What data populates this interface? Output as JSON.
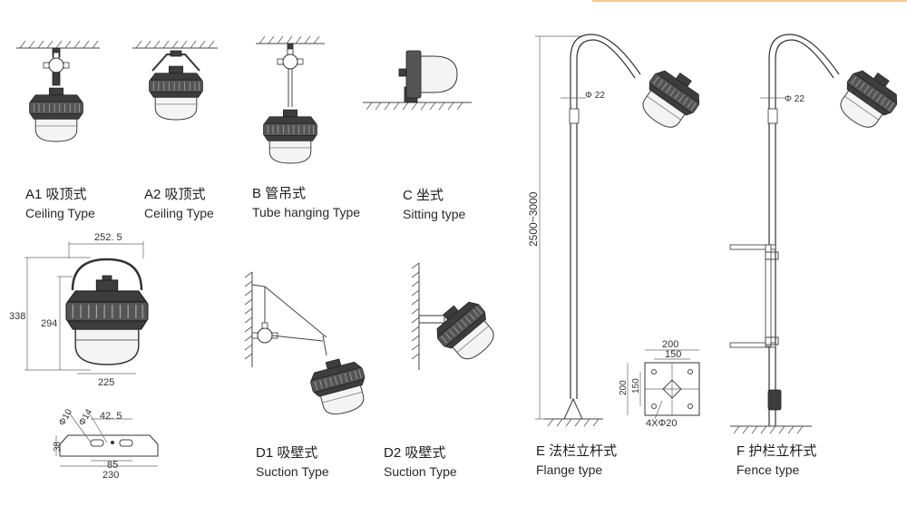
{
  "captions": {
    "a1": {
      "cn": "A1 吸顶式",
      "en": "Ceiling  Type"
    },
    "a2": {
      "cn": "A2 吸顶式",
      "en": "Ceiling  Type"
    },
    "b": {
      "cn": "B 管吊式",
      "en": "Tube hanging Type"
    },
    "c": {
      "cn": "C 坐式",
      "en": "Sitting type"
    },
    "d1": {
      "cn": "D1 吸壁式",
      "en": "Suction Type"
    },
    "d2": {
      "cn": "D2 吸壁式",
      "en": "Suction Type"
    },
    "e": {
      "cn": "E 法栏立杆式",
      "en": "Flange type"
    },
    "f": {
      "cn": "F 护栏立杆式",
      "en": "Fence type"
    }
  },
  "dimensions": {
    "front_width": "252. 5",
    "front_total_height": "338",
    "front_body_height": "294",
    "front_bottom_width": "225",
    "base_dia_small": "Φ10",
    "base_dia_large": "Φ14",
    "base_hole_spacing": "42. 5",
    "base_height": "38",
    "base_inner_width": "85",
    "base_total_width": "230",
    "pole_height": "2500~3000",
    "pole_dia_e": "Φ 22",
    "pole_dia_f": "Φ 22",
    "flange_outer": "200",
    "flange_inner": "150",
    "flange_side_outer": "200",
    "flange_side_inner": "150",
    "flange_holes": "4XΦ20"
  }
}
